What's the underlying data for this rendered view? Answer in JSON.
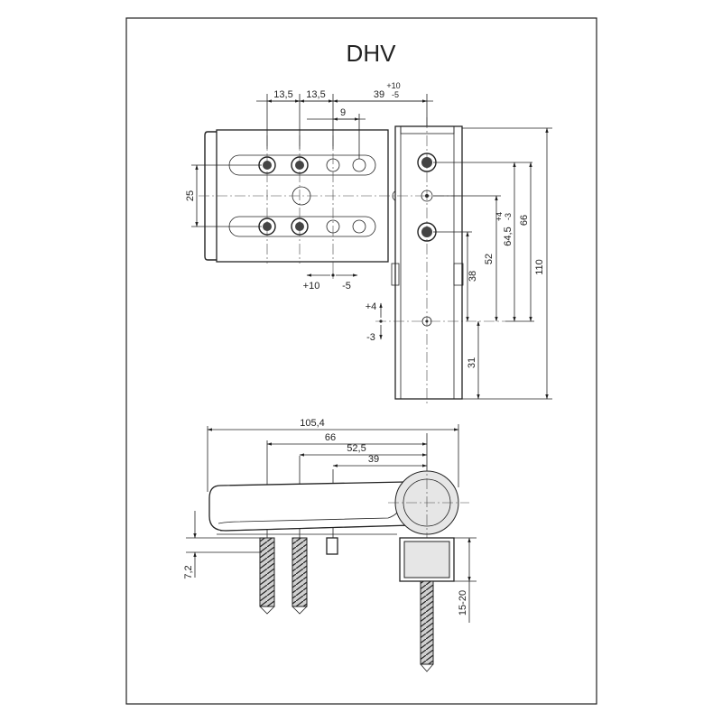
{
  "title": "DHV",
  "top_view": {
    "dims": {
      "d13a": "13,5",
      "d13b": "13,5",
      "d39": "39",
      "d39_tol_plus": "+10",
      "d39_tol_minus": "-5",
      "d9": "9",
      "d25": "25",
      "h_plus10": "+10",
      "h_minus5": "-5",
      "v_plus4": "+4",
      "v_minus3": "-3",
      "d31": "31",
      "d38": "38",
      "d52": "52",
      "d64": "64,5",
      "d64_tol_plus": "+4",
      "d64_tol_minus": "-3",
      "d66": "66",
      "d110": "110"
    }
  },
  "side_view": {
    "dims": {
      "d105": "105,4",
      "d66": "66",
      "d52": "52,5",
      "d39": "39",
      "d7": "7,2",
      "d15": "15-20"
    }
  }
}
